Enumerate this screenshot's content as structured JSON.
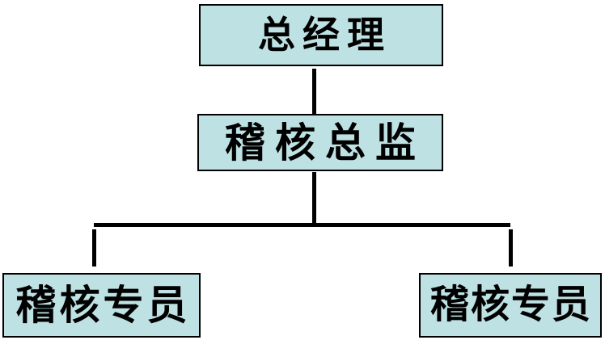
{
  "theme": {
    "background": "#ffffff",
    "box-fill": "#bee1e4",
    "box-border": "#000000",
    "line-color": "#000000",
    "text-color": "#000000"
  },
  "chart": {
    "type": "org-chart",
    "nodes": [
      {
        "id": "general-manager",
        "label": "总经理",
        "level": 1
      },
      {
        "id": "audit-director",
        "label": "稽核总监",
        "level": 2
      },
      {
        "id": "audit-specialist-left",
        "label": "稽核专员",
        "level": 3
      },
      {
        "id": "audit-specialist-right",
        "label": "稽核专员",
        "level": 3
      }
    ],
    "edges": [
      {
        "from": "general-manager",
        "to": "audit-director"
      },
      {
        "from": "audit-director",
        "to": "audit-specialist-left"
      },
      {
        "from": "audit-director",
        "to": "audit-specialist-right"
      }
    ]
  }
}
